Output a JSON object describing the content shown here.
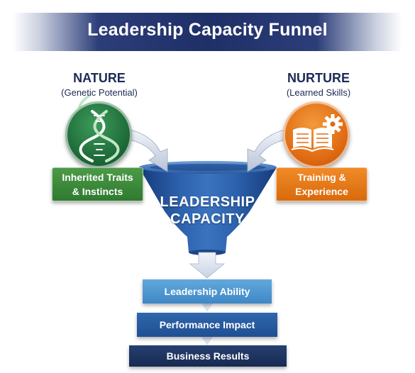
{
  "title": "Leadership Capacity Funnel",
  "nature": {
    "heading": "NATURE",
    "subheading": "(Genetic Potential)",
    "icon": "dna-icon",
    "label": "Inherited Traits & Instincts",
    "color": "#2f7a2f"
  },
  "nurture": {
    "heading": "NURTURE",
    "subheading": "(Learned Skills)",
    "icon": "book-gear-icon",
    "label": "Training & Experience",
    "color": "#e06b12"
  },
  "funnel": {
    "line1": "LEADERSHIP",
    "line2": "CAPACITY",
    "color": "#1f4f94"
  },
  "results": [
    {
      "label": "Leadership Ability",
      "color": "#4f96d1"
    },
    {
      "label": "Performance Impact",
      "color": "#2a5ba0"
    },
    {
      "label": "Business Results",
      "color": "#1f3560"
    }
  ]
}
